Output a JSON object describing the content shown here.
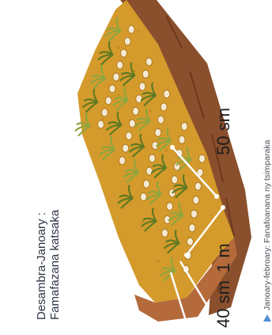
{
  "caption": {
    "line1": "Desambra-Janoary :",
    "line2": "Famafazana katsaka"
  },
  "dimensions": {
    "row_spacing": "40 sm",
    "bed_width": "1 m",
    "plant_spacing": "50 sm"
  },
  "footnote": {
    "text": "Janoary-febroary: Fanafoanana ny tsimparaka"
  },
  "colors": {
    "bed_top": "#d49a2b",
    "bed_side": "#8a4f2c",
    "bed_edge": "#b46a3b",
    "leaf": "#8fa63e",
    "leaf_dark": "#5f7a22",
    "hole": "#f4ead4",
    "accent": "#4f8fd0"
  }
}
